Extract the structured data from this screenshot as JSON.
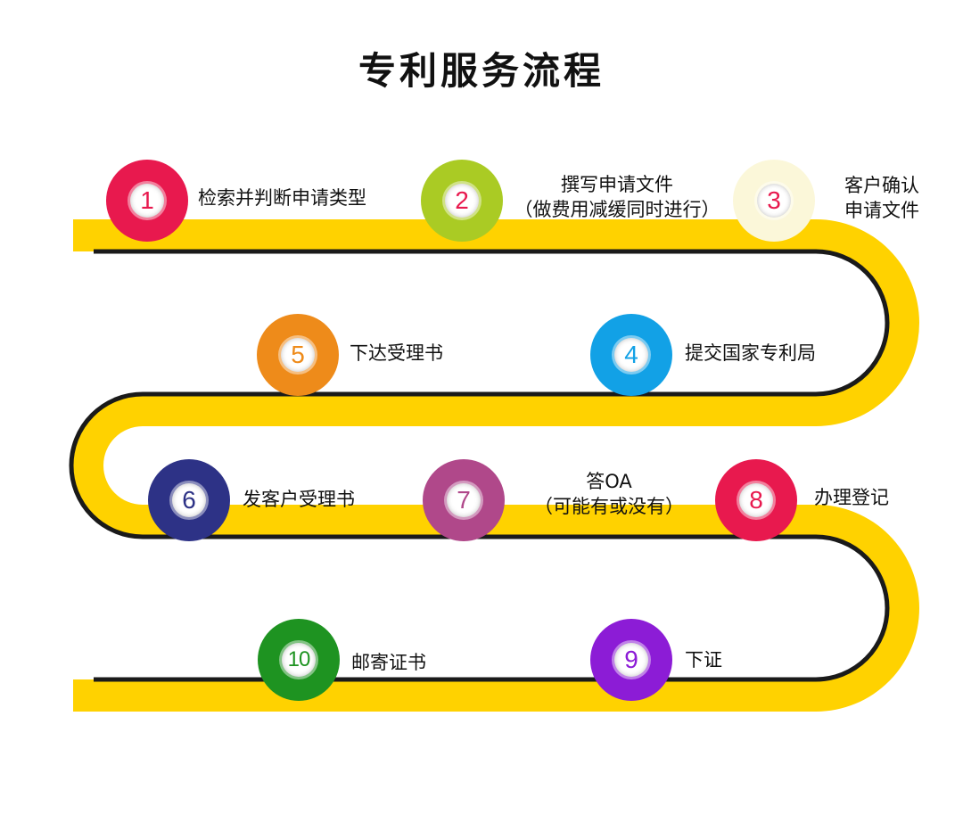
{
  "title": "专利服务流程",
  "colors": {
    "road": "#FFD200",
    "line": "#1a1a1a"
  },
  "steps": [
    {
      "num": "1",
      "label": "检索并判断申请类型",
      "color": "#E8194E",
      "text_color": "#E8194E"
    },
    {
      "num": "2",
      "label_line1": "撰写申请文件",
      "label_line2": "（做费用减缓同时进行）",
      "color": "#AACB24",
      "text_color": "#E8194E"
    },
    {
      "num": "3",
      "label_line1": "客户确认",
      "label_line2": "申请文件",
      "color": "#FBF7D9",
      "text_color": "#E8194E"
    },
    {
      "num": "4",
      "label": "提交国家专利局",
      "color": "#12A1E6",
      "text_color": "#12A1E6"
    },
    {
      "num": "5",
      "label": "下达受理书",
      "color": "#EE8B1A",
      "text_color": "#EE8B1A"
    },
    {
      "num": "6",
      "label": "发客户受理书",
      "color": "#2D3286",
      "text_color": "#2D3286"
    },
    {
      "num": "7",
      "label_line1": "答OA",
      "label_line2": "（可能有或没有）",
      "color": "#B0488A",
      "text_color": "#B0488A"
    },
    {
      "num": "8",
      "label": "办理登记",
      "color": "#E8194E",
      "text_color": "#E8194E"
    },
    {
      "num": "9",
      "label": "下证",
      "color": "#8C1CD6",
      "text_color": "#8C1CD6"
    },
    {
      "num": "10",
      "label": "邮寄证书",
      "color": "#1E9321",
      "text_color": "#1E9321"
    }
  ]
}
